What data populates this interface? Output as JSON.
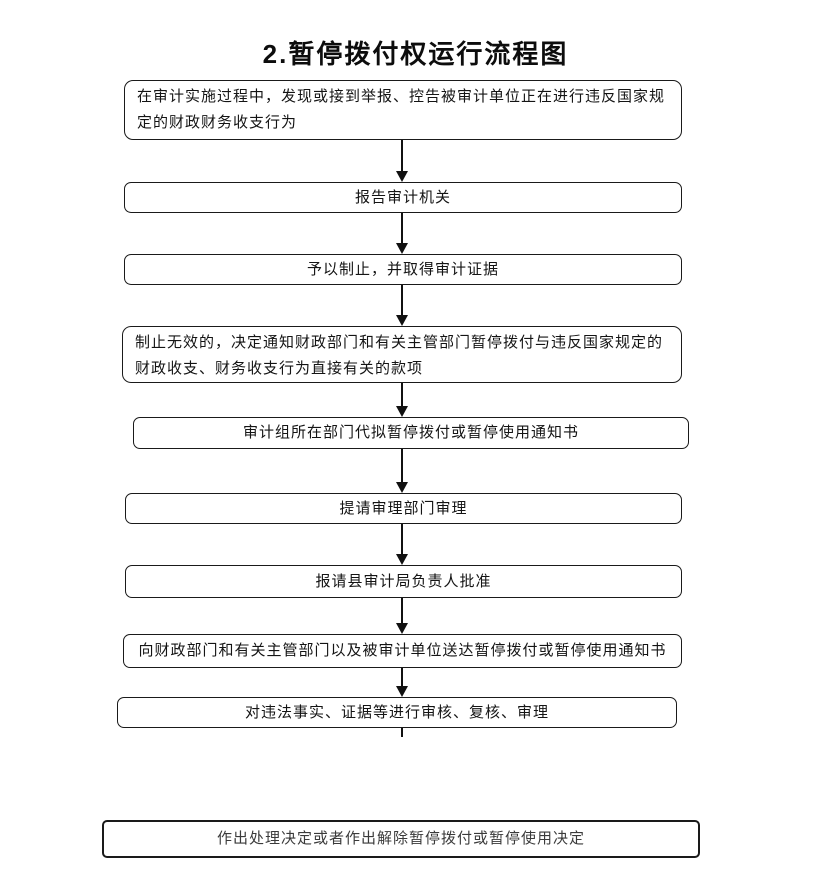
{
  "page": {
    "title": "2.暂停拨付权运行流程图"
  },
  "colors": {
    "background": "#ffffff",
    "box_border": "#1a1a1a",
    "text": "#141414",
    "connector": "#111111"
  },
  "flowchart": {
    "direction": "top-down",
    "nodes": [
      {
        "step": 1,
        "text": "在审计实施过程中，发现或接到举报、控告被审计单位正在进行违反国家规定的财政财务收支行为"
      },
      {
        "step": 2,
        "text": "报告审计机关"
      },
      {
        "step": 3,
        "text": "予以制止，并取得审计证据"
      },
      {
        "step": 4,
        "text": "制止无效的，决定通知财政部门和有关主管部门暂停拨付与违反国家规定的财政收支、财务收支行为直接有关的款项"
      },
      {
        "step": 5,
        "text": "审计组所在部门代拟暂停拨付或暂停使用通知书"
      },
      {
        "step": 6,
        "text": "提请审理部门审理"
      },
      {
        "step": 7,
        "text": "报请县审计局负责人批准"
      },
      {
        "step": 8,
        "text": "向财政部门和有关主管部门以及被审计单位送达暂停拨付或暂停使用通知书"
      },
      {
        "step": 9,
        "text": "对违法事实、证据等进行审核、复核、审理"
      },
      {
        "step": 10,
        "text": "作出处理决定或者作出解除暂停拨付或暂停使用决定"
      }
    ]
  }
}
